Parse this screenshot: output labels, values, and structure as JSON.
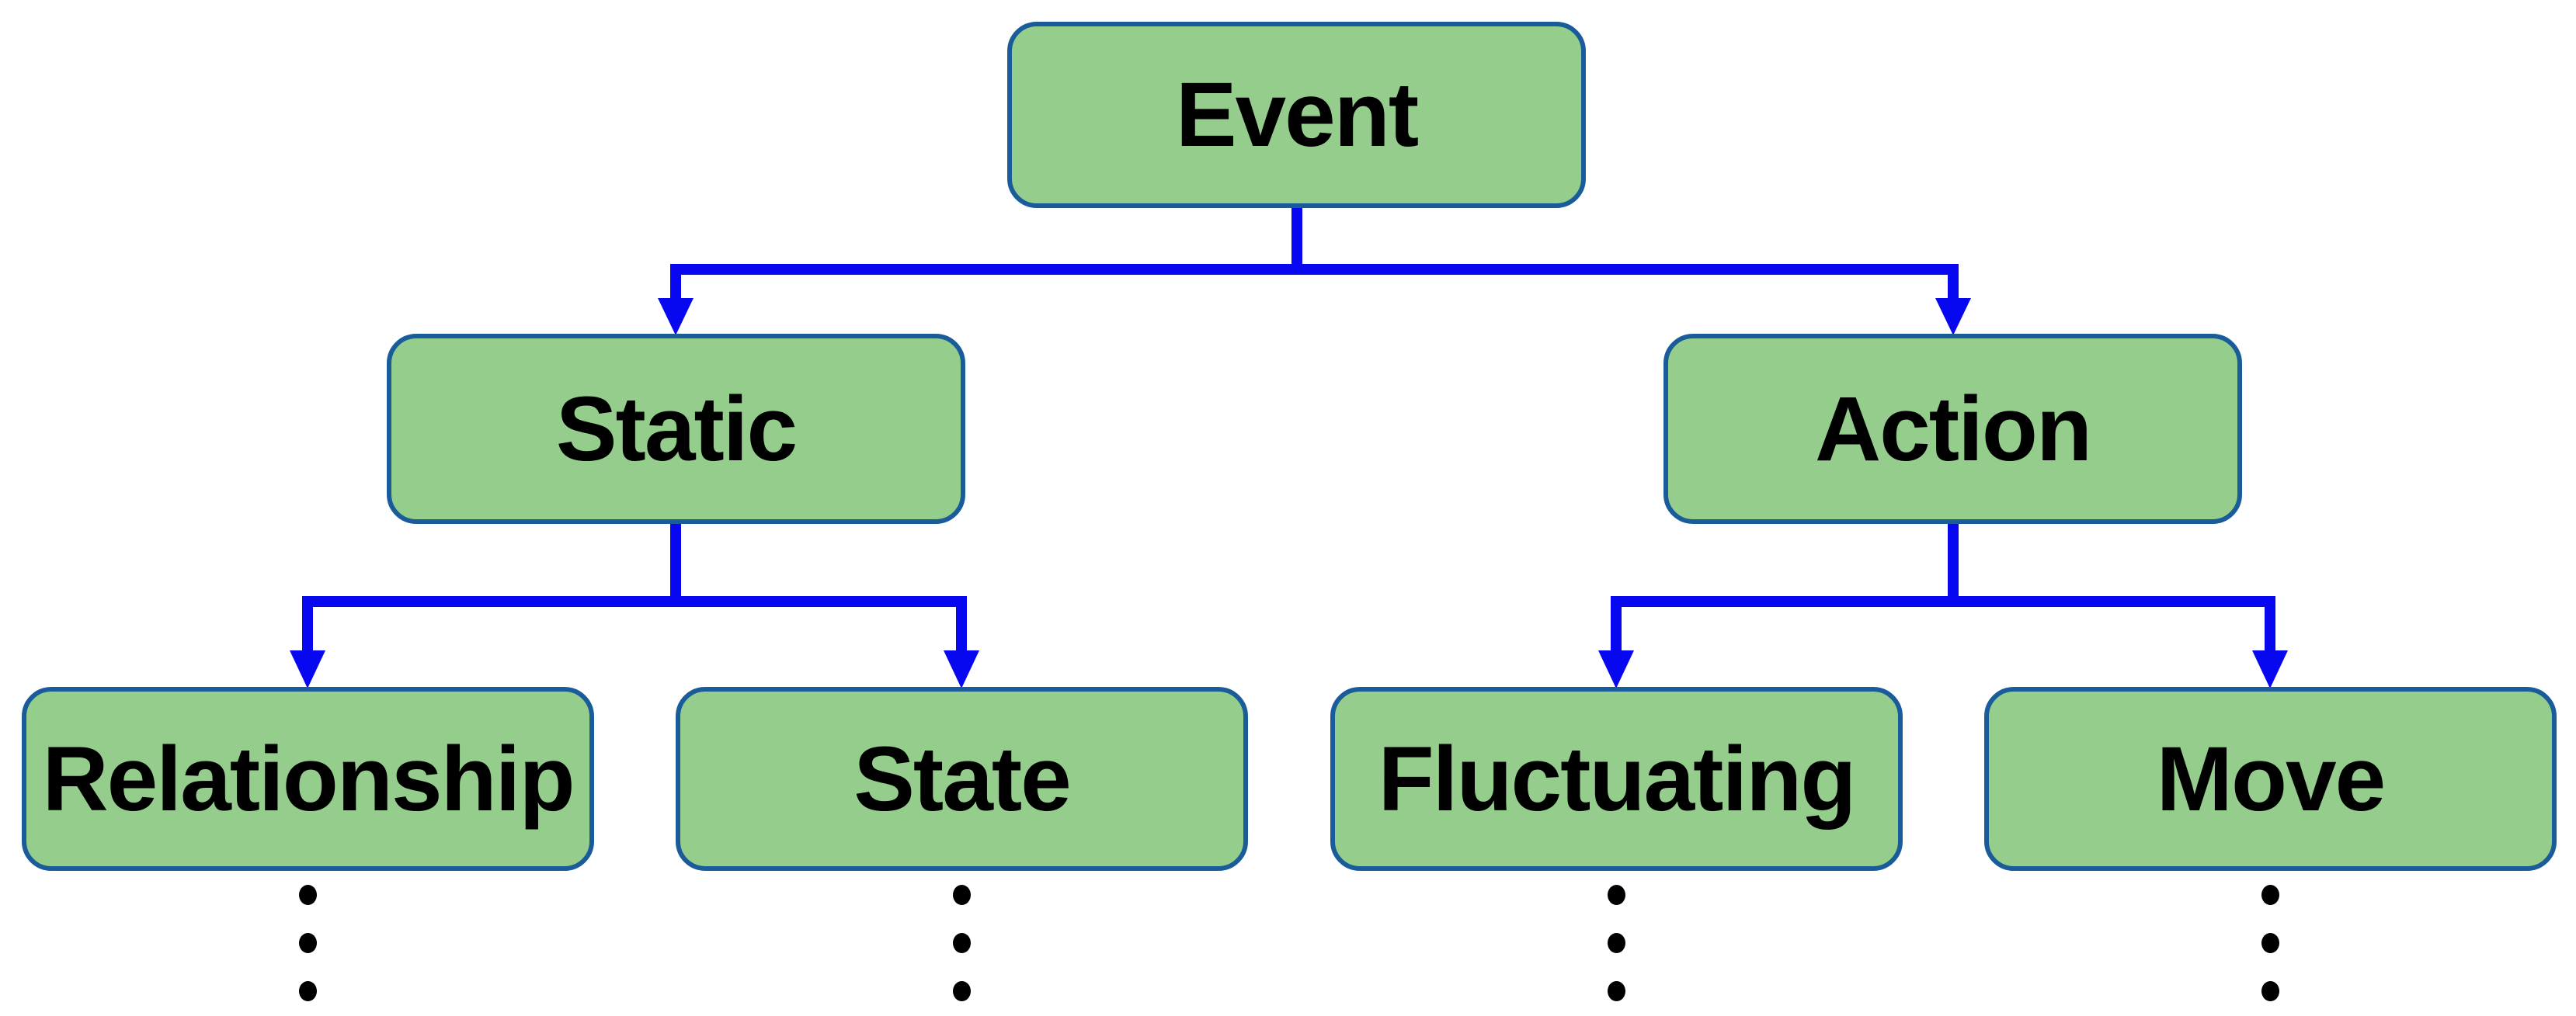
{
  "diagram": {
    "type": "tree",
    "root": {
      "label": "Event"
    },
    "branches": [
      {
        "label": "Static",
        "parent": "Event"
      },
      {
        "label": "Action",
        "parent": "Event"
      }
    ],
    "leaves": [
      {
        "label": "Relationship",
        "parent": "Static",
        "has_ellipsis": true
      },
      {
        "label": "State",
        "parent": "Static",
        "has_ellipsis": true
      },
      {
        "label": "Fluctuating",
        "parent": "Action",
        "has_ellipsis": true
      },
      {
        "label": "Move",
        "parent": "Action",
        "has_ellipsis": true
      }
    ],
    "edges": [
      [
        "Event",
        "Static"
      ],
      [
        "Event",
        "Action"
      ],
      [
        "Static",
        "Relationship"
      ],
      [
        "Static",
        "State"
      ],
      [
        "Action",
        "Fluctuating"
      ],
      [
        "Action",
        "Move"
      ]
    ],
    "ellipsis_dots_per_leaf": 3
  },
  "colors": {
    "node_fill": "#95cd8d",
    "node_border": "#1a5c99",
    "connector": "#0707f0",
    "text": "#000000",
    "background": "#ffffff"
  }
}
